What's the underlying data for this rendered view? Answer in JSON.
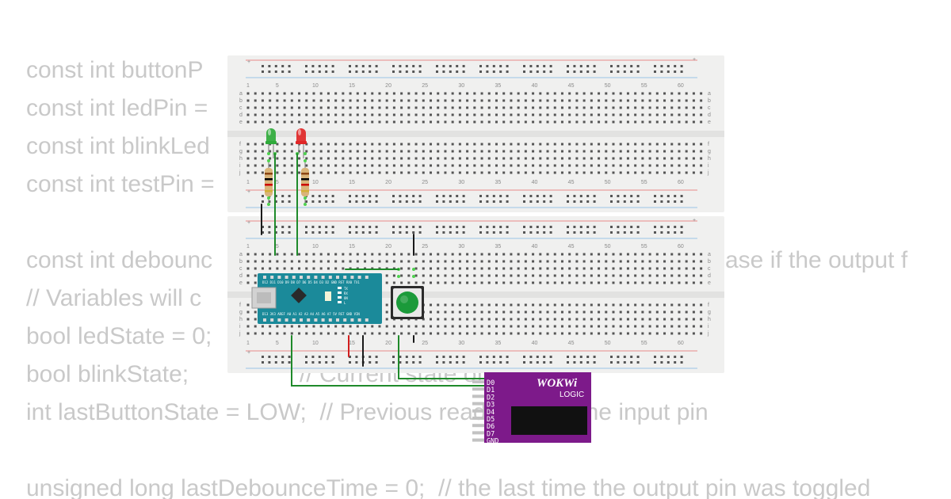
{
  "code": {
    "lines": [
      "const int buttonP",
      "const int ledPin =",
      "const int blinkLed",
      "const int testPin =",
      "",
      "const int debounc",
      "// Variables will c",
      "bool ledState = 0;",
      "bool blinkState;",
      "int lastButtonState = LOW;  // Previous reading from the input pin",
      "",
      "unsigned long lastDebounceTime = 0;  // the last time the output pin was toggled"
    ],
    "fragments": [
      {
        "id": "debounce-comment",
        "text": "ase if the output f"
      },
      {
        "id": "blink-comment",
        "text": "// Current state of the LED"
      }
    ]
  },
  "breadboard": {
    "column_numbers": [
      "1",
      "5",
      "10",
      "15",
      "20",
      "25",
      "30",
      "35",
      "40",
      "45",
      "50",
      "55",
      "60"
    ],
    "row_letters_top": [
      "a",
      "b",
      "c",
      "d",
      "e"
    ],
    "row_letters_bottom": [
      "f",
      "g",
      "h",
      "i",
      "j"
    ],
    "rail_plus": "+",
    "rail_minus": "-"
  },
  "arduino": {
    "top_labels": "D12 D11 D10 D9 D8 D7 D6 D5 D4 D3 D2 GND RST RX0 TX1",
    "bottom_labels": "D13 3V3 AREF A0 A1 A2 A3 A4 A5 A6 A7 5V RST GND VIN",
    "side_labels": [
      "TX",
      "RX",
      "ON",
      "L"
    ]
  },
  "logic_analyzer": {
    "brand": "WOKWi",
    "subtitle": "LOGIC",
    "pins": [
      "D0",
      "D1",
      "D2",
      "D3",
      "D4",
      "D5",
      "D6",
      "D7",
      "GND"
    ]
  },
  "colors": {
    "breadboard": "#f0f0ef",
    "wire_green": "#1f8a2a",
    "wire_black": "#1a1a1a",
    "wire_red": "#d21e1e",
    "arduino": "#1b8a9a",
    "logic_analyzer": "#7d1a8a",
    "led_green": "#2faa3a",
    "led_red": "#e02626",
    "button_cap": "#1b9a3a"
  }
}
